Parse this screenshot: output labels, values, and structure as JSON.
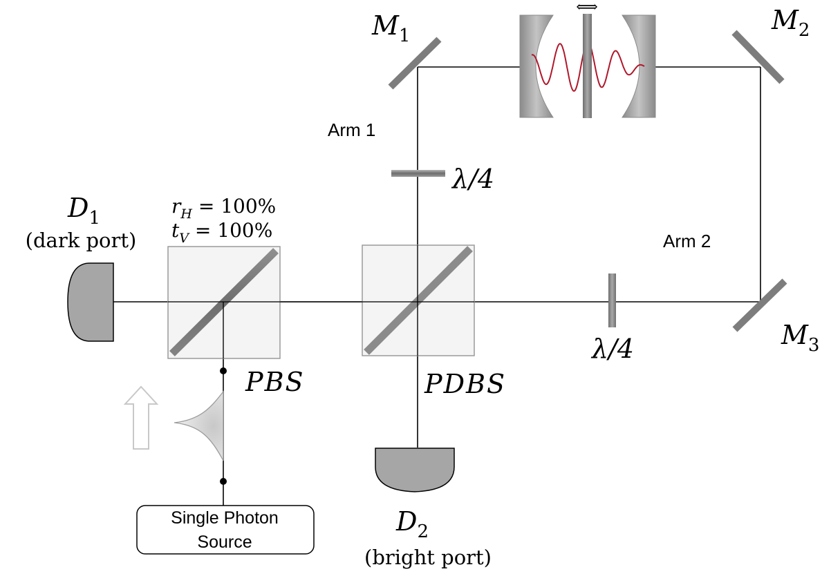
{
  "labels": {
    "m1": {
      "main": "M",
      "sub": "1"
    },
    "m2": {
      "main": "M",
      "sub": "2"
    },
    "m3": {
      "main": "M",
      "sub": "3"
    },
    "d1": {
      "main": "D",
      "sub": "1",
      "caption": "(dark port)"
    },
    "d2": {
      "main": "D",
      "sub": "2",
      "caption": "(bright port)"
    },
    "arm1": "Arm 1",
    "arm2": "Arm 2",
    "qwp_top": "λ/4",
    "qwp_right": "λ/4",
    "pbs": "PBS",
    "pdbs": "PDBS",
    "rh": {
      "main": "r",
      "sub": "H",
      "value": " = 100%"
    },
    "tv": {
      "main": "t",
      "sub": "V",
      "value": " = 100%"
    },
    "source_line1": "Single Photon",
    "source_line2": "Source",
    "oscillation_arrow": "⟺"
  },
  "colors": {
    "beam": "#000000",
    "optic_gray": "#8c8c8c",
    "cube_fill": "#f2f2f2",
    "cube_border": "#9a9a9a",
    "wave": "#b0172b",
    "pulse_fill": "#dcdcdc",
    "detector_fill": "#a6a6a6"
  }
}
